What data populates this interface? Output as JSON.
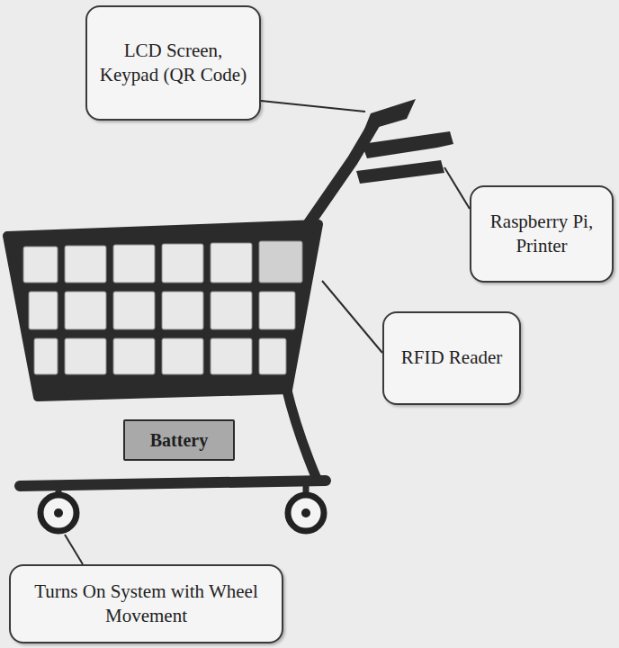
{
  "diagram": {
    "nodes": [
      {
        "text": [
          "LCD Screen, Keypad (QR Code)"
        ]
      },
      {
        "text": [
          "Raspberry Pi, Printer"
        ]
      },
      {
        "text": [
          "RFID Reader"
        ]
      },
      {
        "text": [
          "Battery"
        ]
      },
      {
        "text": [
          "Turns On System with Wheel Movement"
        ]
      }
    ]
  }
}
